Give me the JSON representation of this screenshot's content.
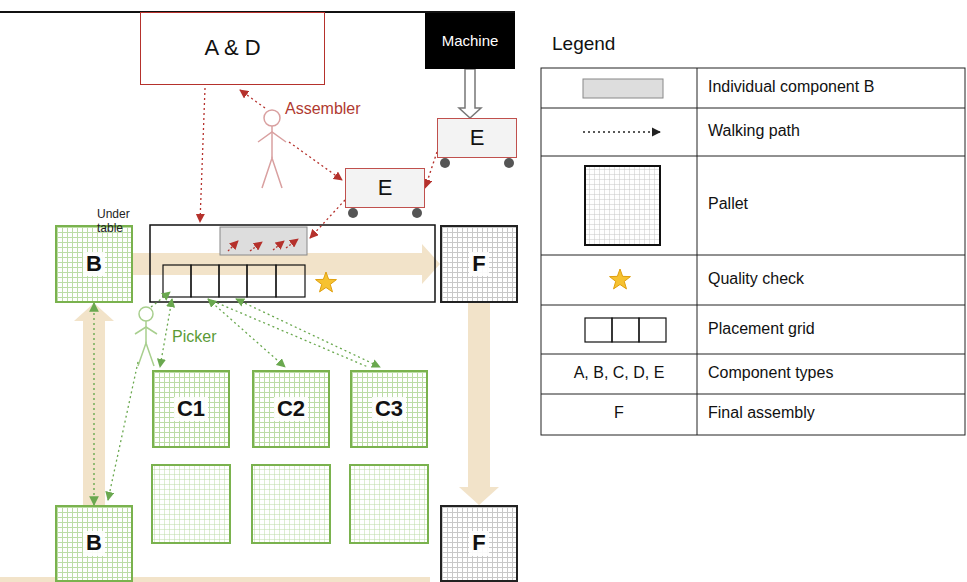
{
  "diagram": {
    "nodes": [
      {
        "text": [
          "A & D"
        ]
      },
      {
        "text": [
          "Machine"
        ]
      },
      {
        "text": [
          "E"
        ]
      },
      {
        "text": [
          "E"
        ]
      },
      {
        "text": [
          "B"
        ]
      },
      {
        "text": [
          "F"
        ]
      },
      {
        "text": [
          "C1"
        ]
      },
      {
        "text": [
          "C2"
        ]
      },
      {
        "text": [
          "C3"
        ]
      },
      {
        "text": [
          "B"
        ]
      },
      {
        "text": [
          "F"
        ]
      }
    ],
    "edges": [
      {
        "from": 1,
        "to": 2,
        "arrow": "to"
      },
      {
        "from": 2,
        "to": 3,
        "arrow": "to"
      },
      {
        "from": 4,
        "to": 5,
        "arrow": "to"
      },
      {
        "from": 5,
        "to": 10,
        "arrow": "to"
      },
      {
        "from": 9,
        "to": 4,
        "arrow": "to"
      },
      {
        "from": 4,
        "to": 9,
        "arrow": "both"
      }
    ],
    "labels": [
      "Assembler",
      "Under table",
      "Picker",
      "Legend",
      "A, B, C, D, E",
      "F"
    ],
    "legend": [
      {
        "text": "Individual component B"
      },
      {
        "text": "Walking path"
      },
      {
        "text": "Pallet"
      },
      {
        "text": "Quality check"
      },
      {
        "text": "Placement grid"
      },
      {
        "text": "Component types"
      },
      {
        "text": "Final assembly"
      }
    ]
  }
}
